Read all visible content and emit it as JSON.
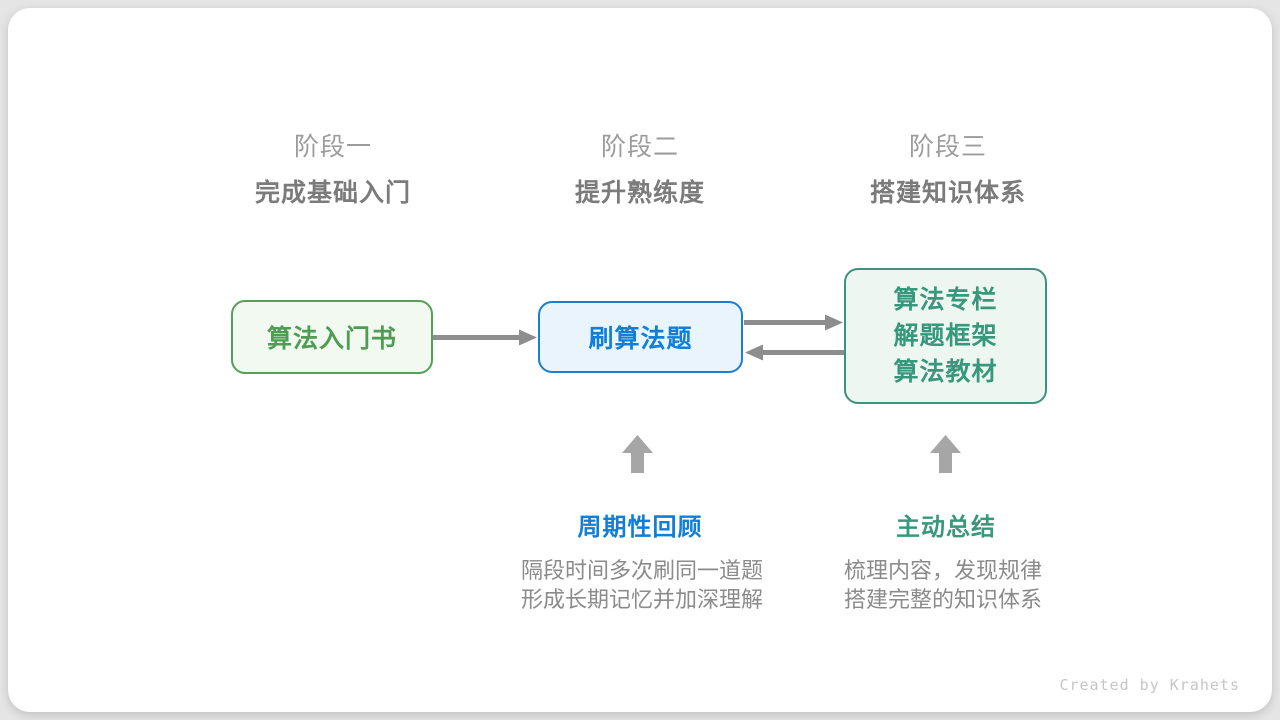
{
  "stages": [
    {
      "label": "阶段一",
      "subtitle": "完成基础入门"
    },
    {
      "label": "阶段二",
      "subtitle": "提升熟练度"
    },
    {
      "label": "阶段三",
      "subtitle": "搭建知识体系"
    }
  ],
  "nodes": {
    "intro_book": {
      "label": "算法入门书",
      "color": "#4f9d53"
    },
    "practice": {
      "label": "刷算法题",
      "color": "#107fd5"
    },
    "knowledge": {
      "lines": [
        "算法专栏",
        "解题框架",
        "算法教材"
      ],
      "color": "#37987c"
    }
  },
  "callouts": {
    "review": {
      "title": "周期性回顾",
      "desc_line1": "隔段时间多次刷同一道题",
      "desc_line2": "形成长期记忆并加深理解"
    },
    "summarize": {
      "title": "主动总结",
      "desc_line1": "梳理内容，发现规律",
      "desc_line2": "搭建完整的知识体系"
    }
  },
  "footer": {
    "credit": "Created by Krahets"
  },
  "colors": {
    "green_border": "#55a058",
    "green_fill": "#f2f9f1",
    "blue_border": "#1b7ed3",
    "blue_fill": "#eaf4fc",
    "teal_border": "#3f917f",
    "teal_fill": "#eef6f2",
    "flow_arrow": "#8d8d8d",
    "up_arrow": "#a6a6a6",
    "stage_label": "#9c9c9c",
    "stage_subtitle": "#7b7b7b",
    "desc_text": "#8b8b8b",
    "credit_text": "#c6c6c6",
    "card_bg": "#ffffff",
    "page_bg": "#e5e5e5"
  }
}
